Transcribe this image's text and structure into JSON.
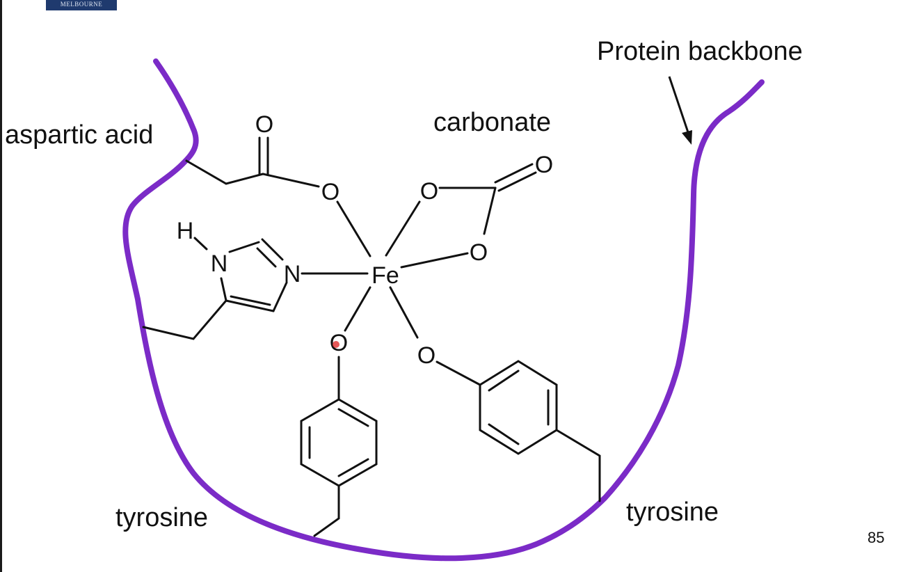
{
  "logo": {
    "text": "MELBOURNE",
    "color": "#1f3a6e"
  },
  "labels": {
    "protein_backbone": "Protein backbone",
    "aspartic_acid": "aspartic acid",
    "carbonate": "carbonate",
    "tyrosine_left": "tyrosine",
    "tyrosine_right": "tyrosine"
  },
  "atoms": {
    "iron": "Fe",
    "oxygen": "O",
    "nitrogen": "N",
    "hydrogen": "H"
  },
  "page_number": "85",
  "colors": {
    "backbone": "#7b2bc7",
    "bonds": "#111111",
    "pointer": "#e03b3b"
  }
}
